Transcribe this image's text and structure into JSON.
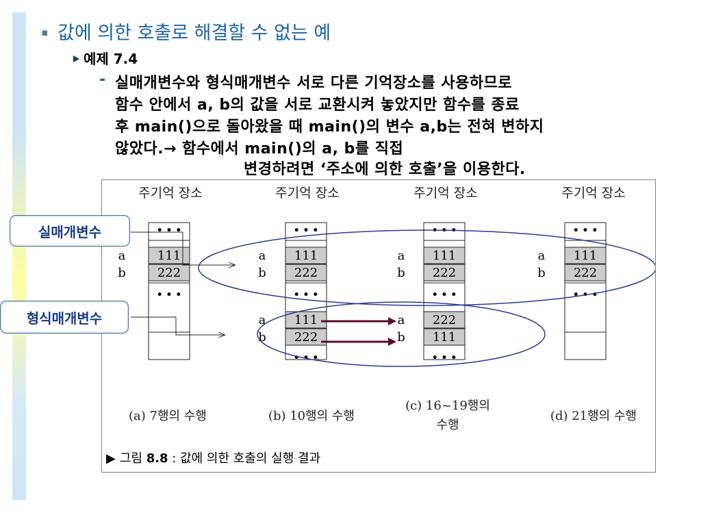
{
  "heading": "값에 의한 호출로 해결할 수 없는 예",
  "subheading": "예제 7.4",
  "body": {
    "dash": "-",
    "lines": [
      "실매개변수와 형식매개변수 서로 다른 기억장소를 사용하므로",
      "함수 안에서 a, b의 값을 서로 교환시켜 놓았지만 함수를 종료",
      "후 main()으로 돌아왔을 때 main()의 변수 a,b는 전혀 변하지",
      "않았다.→ 함수에서 main()의 a, b를 직접",
      "변경하려면 ‘주소에 의한 호출’을 이용한다."
    ]
  },
  "figure": {
    "column_title": "주기억 장소",
    "dots": "• • •",
    "columns": [
      {
        "caption_lines": [
          "(a) 7행의 수행"
        ],
        "top": [
          {
            "name": "a",
            "value": "111"
          },
          {
            "name": "b",
            "value": "222"
          }
        ],
        "bottom": []
      },
      {
        "caption_lines": [
          "(b) 10행의 수행"
        ],
        "top": [
          {
            "name": "a",
            "value": "111"
          },
          {
            "name": "b",
            "value": "222"
          }
        ],
        "bottom": [
          {
            "name": "a",
            "value": "111"
          },
          {
            "name": "b",
            "value": "222"
          }
        ]
      },
      {
        "caption_lines": [
          "(c) 16~19행의",
          "수행"
        ],
        "top": [
          {
            "name": "a",
            "value": "111"
          },
          {
            "name": "b",
            "value": "222"
          }
        ],
        "bottom": [
          {
            "name": "a",
            "value": "222"
          },
          {
            "name": "b",
            "value": "111"
          }
        ]
      },
      {
        "caption_lines": [
          "(d) 21행의 수행"
        ],
        "top": [
          {
            "name": "a",
            "value": "111"
          },
          {
            "name": "b",
            "value": "222"
          }
        ],
        "bottom": []
      }
    ],
    "caption_marker": "▶",
    "caption_prefix": "그림 ",
    "caption_number": "8.8",
    "caption_rest": " : 값에 의한 호출의 실행 결과"
  },
  "callouts": {
    "actual": "실매개변수",
    "formal": "형식매개변수"
  },
  "colors": {
    "heading": "#1a64a5",
    "swap_arrow": "#5a0a2e",
    "ellipse": "#2a3a9a",
    "cell_fill": "#cccccc"
  }
}
